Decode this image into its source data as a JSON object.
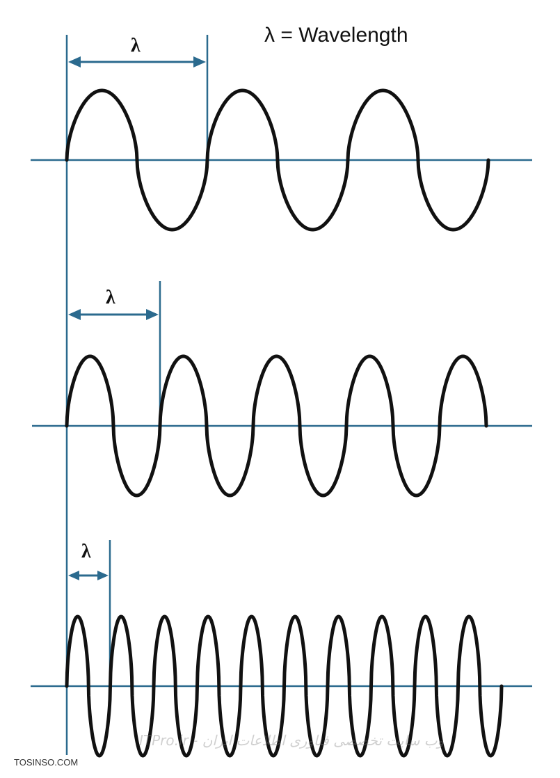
{
  "legend": {
    "symbol": "λ",
    "equals": " = ",
    "text": "Wavelength"
  },
  "panels": [
    {
      "lambda_label": "λ",
      "cycles": 6
    },
    {
      "lambda_label": "λ",
      "cycles": 9
    },
    {
      "lambda_label": "λ",
      "cycles": 20
    }
  ],
  "colors": {
    "axis": "#2b6a8e",
    "wave": "#111111",
    "arrow": "#2b6a8e"
  },
  "watermarks": {
    "site": "TOSINSO.COM",
    "center": "ITPro.ir - وب سایت تخصصی فناوری اطلاعات ایران"
  }
}
